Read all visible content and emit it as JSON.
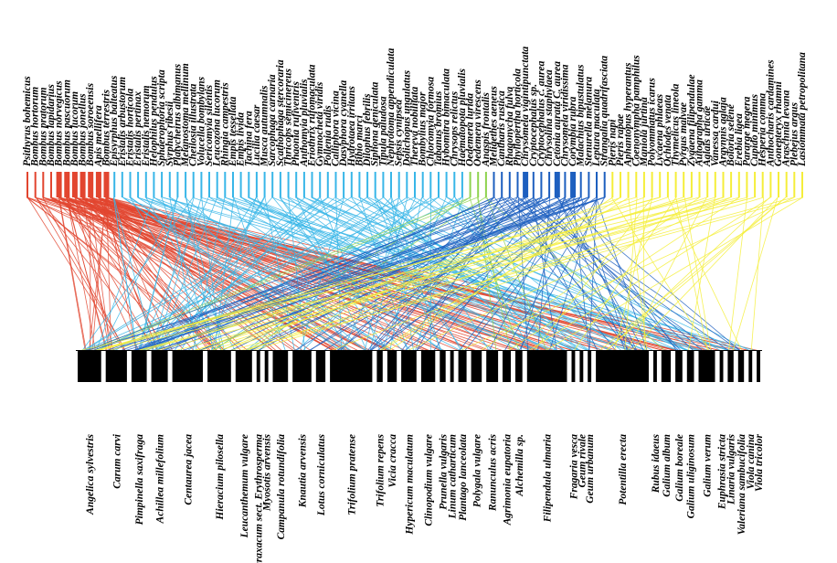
{
  "diagram": {
    "type": "bipartite pollination network",
    "pollinators": [
      {
        "label": "Psithyrus bohemicus",
        "group": "red"
      },
      {
        "label": "Bombus hortorum",
        "group": "red"
      },
      {
        "label": "Bombus pratorum",
        "group": "red"
      },
      {
        "label": "Bombus lapidarius",
        "group": "red"
      },
      {
        "label": "Bombus norvegicus",
        "group": "red"
      },
      {
        "label": "Bombus pascuorum",
        "group": "red"
      },
      {
        "label": "Bombus lucorum",
        "group": "red"
      },
      {
        "label": "Bombus jonellus",
        "group": "red"
      },
      {
        "label": "Bombus soroeensis",
        "group": "red"
      },
      {
        "label": "Apis mellifera",
        "group": "red"
      },
      {
        "label": "Bombus terrestris",
        "group": "red"
      },
      {
        "label": "Episyrphus balteatus",
        "group": "lightblue"
      },
      {
        "label": "Eristalis arbustorum",
        "group": "lightblue"
      },
      {
        "label": "Eristalis horticola",
        "group": "lightblue"
      },
      {
        "label": "Eristalis pertinax",
        "group": "lightblue"
      },
      {
        "label": "Eristalis nemorum",
        "group": "lightblue"
      },
      {
        "label": "Helophilus pendulus",
        "group": "lightblue"
      },
      {
        "label": "Sphaerophoria scripta",
        "group": "lightblue"
      },
      {
        "label": "Syrphus ribesii",
        "group": "lightblue"
      },
      {
        "label": "Platycheirus albimanus",
        "group": "lightblue"
      },
      {
        "label": "Melanostoma mellinum",
        "group": "lightblue"
      },
      {
        "label": "Cheilosia illustrata",
        "group": "lightblue"
      },
      {
        "label": "Volucella bombylans",
        "group": "lightblue"
      },
      {
        "label": "Sericomyia silentis",
        "group": "lightblue"
      },
      {
        "label": "Leucozona lucorum",
        "group": "lightblue"
      },
      {
        "label": "Rhingia campestris",
        "group": "lightblue"
      },
      {
        "label": "Empis tessellata",
        "group": "lightblue"
      },
      {
        "label": "Empis livida",
        "group": "lightblue"
      },
      {
        "label": "Tachina fera",
        "group": "lightblue"
      },
      {
        "label": "Lucilia caesar",
        "group": "lightblue"
      },
      {
        "label": "Musca autumnalis",
        "group": "lightblue"
      },
      {
        "label": "Sarcophaga carnaria",
        "group": "lightblue"
      },
      {
        "label": "Scathophaga stercoraria",
        "group": "lightblue"
      },
      {
        "label": "Thricops semicinereus",
        "group": "lightblue"
      },
      {
        "label": "Phaonia rufiventris",
        "group": "lightblue"
      },
      {
        "label": "Anthomyia pluvialis",
        "group": "lightblue"
      },
      {
        "label": "Eriothrix rufomaculata",
        "group": "lightblue"
      },
      {
        "label": "Gymnocheta viridis",
        "group": "lightblue"
      },
      {
        "label": "Pollenia rudis",
        "group": "lightblue"
      },
      {
        "label": "Calliphora vicina",
        "group": "lightblue"
      },
      {
        "label": "Dasyphora cyanella",
        "group": "lightblue"
      },
      {
        "label": "Hydrotaea irritans",
        "group": "lightblue"
      },
      {
        "label": "Bibio marci",
        "group": "lightblue"
      },
      {
        "label": "Dilophus febrilis",
        "group": "lightblue"
      },
      {
        "label": "Siphona geniculata",
        "group": "lightblue"
      },
      {
        "label": "Tipula paludosa",
        "group": "lightblue"
      },
      {
        "label": "Nephrotoma appendiculata",
        "group": "lightblue"
      },
      {
        "label": "Sepsis cynipsea",
        "group": "lightblue"
      },
      {
        "label": "Dolichopus ungulatus",
        "group": "lightblue"
      },
      {
        "label": "Thereva nobilitata",
        "group": "lightblue"
      },
      {
        "label": "Bombylius major",
        "group": "lightblue"
      },
      {
        "label": "Chloromyia formosa",
        "group": "lightblue"
      },
      {
        "label": "Tabanus bromius",
        "group": "lightblue"
      },
      {
        "label": "Hybomitra bimaculata",
        "group": "lightblue"
      },
      {
        "label": "Chrysops relictus",
        "group": "lightblue"
      },
      {
        "label": "Haematopota pluvialis",
        "group": "lightblue"
      },
      {
        "label": "Oedemera lurida",
        "group": "green"
      },
      {
        "label": "Oedemera virescens",
        "group": "green"
      },
      {
        "label": "Anaspis frontalis",
        "group": "green"
      },
      {
        "label": "Meligethes aeneus",
        "group": "darkblue"
      },
      {
        "label": "Cantharis rustica",
        "group": "darkblue"
      },
      {
        "label": "Rhagonycha fulva",
        "group": "darkblue"
      },
      {
        "label": "Phyllopertha horticola",
        "group": "darkblue"
      },
      {
        "label": "Chrysomela vigintipunctata",
        "group": "darkblue"
      },
      {
        "label": "Cryptocephalus sp.",
        "group": "darkblue"
      },
      {
        "label": "Cryptocephalus c. aurea",
        "group": "darkblue"
      },
      {
        "label": "Chrysolina staphylaea",
        "group": "darkblue"
      },
      {
        "label": "Cetonia aurata C. aurea",
        "group": "darkblue"
      },
      {
        "label": "Chrysomela viridissima",
        "group": "darkblue"
      },
      {
        "label": "Corymbia rubra",
        "group": "darkblue"
      },
      {
        "label": "Malachius bipustulatus",
        "group": "darkblue"
      },
      {
        "label": "Stenurella melanura",
        "group": "darkblue"
      },
      {
        "label": "Leptura maculata",
        "group": "darkblue"
      },
      {
        "label": "Strangalia quadrifasciata",
        "group": "darkblue"
      },
      {
        "label": "Pieris napi",
        "group": "yellow"
      },
      {
        "label": "Pieris rapae",
        "group": "yellow"
      },
      {
        "label": "Aphantopus hyperantus",
        "group": "yellow"
      },
      {
        "label": "Coenonympha pamphilus",
        "group": "yellow"
      },
      {
        "label": "Maniola jurtina",
        "group": "yellow"
      },
      {
        "label": "Polyommatus icarus",
        "group": "yellow"
      },
      {
        "label": "Lycaena phlaeas",
        "group": "yellow"
      },
      {
        "label": "Ochlodes venata",
        "group": "yellow"
      },
      {
        "label": "Thymelicus lineola",
        "group": "yellow"
      },
      {
        "label": "Pyrgus malvae",
        "group": "yellow"
      },
      {
        "label": "Zygaena filipendulae",
        "group": "yellow"
      },
      {
        "label": "Autographa gamma",
        "group": "yellow"
      },
      {
        "label": "Aglais urticae",
        "group": "yellow"
      },
      {
        "label": "Vanessa cardui",
        "group": "yellow"
      },
      {
        "label": "Argynnis aglaja",
        "group": "yellow"
      },
      {
        "label": "Boloria selene",
        "group": "yellow"
      },
      {
        "label": "Erebia ligea",
        "group": "yellow"
      },
      {
        "label": "Pararge megera",
        "group": "yellow"
      },
      {
        "label": "Cupido minimus",
        "group": "yellow"
      },
      {
        "label": "Hesperia comma",
        "group": "yellow"
      },
      {
        "label": "Anthocharis cardamines",
        "group": "yellow"
      },
      {
        "label": "Gonepteryx rhamni",
        "group": "yellow"
      },
      {
        "label": "Araschnia levana",
        "group": "yellow"
      },
      {
        "label": "Plebejus argus",
        "group": "yellow"
      },
      {
        "label": "Lasiommata petropolitana",
        "group": "yellow"
      }
    ],
    "plants": [
      {
        "label": "Angelica sylvestris",
        "bar": 20
      },
      {
        "label": "Carum carvi",
        "bar": 18
      },
      {
        "label": "Pimpinella saxifraga",
        "bar": 13
      },
      {
        "label": "Achillea millefolium",
        "bar": 14
      },
      {
        "label": "Centaurea jacea",
        "bar": 26
      },
      {
        "label": "Hieracium pilosella",
        "bar": 20
      },
      {
        "label": "Leucanthemum vulgare",
        "bar": 14
      },
      {
        "label": "Taraxacum sect. Erythrosperma",
        "bar": 3
      },
      {
        "label": "Myosotis arvensis",
        "bar": 3
      },
      {
        "label": "Campanula rotundifolia",
        "bar": 13
      },
      {
        "label": "Knautia arvensis",
        "bar": 16
      },
      {
        "label": "Lotus corniculatus",
        "bar": 8
      },
      {
        "label": "Trifolium pratense",
        "bar": 36
      },
      {
        "label": "Trifolium repens",
        "bar": 5
      },
      {
        "label": "Vicia cracca",
        "bar": 8
      },
      {
        "label": "Hypericum maculatum",
        "bar": 13
      },
      {
        "label": "Clinopodium vulgare",
        "bar": 12
      },
      {
        "label": "Prunella vulgaris",
        "bar": 5
      },
      {
        "label": "Linum catharticum",
        "bar": 3
      },
      {
        "label": "Plantago lanceolata",
        "bar": 7
      },
      {
        "label": "Polygala vulgare",
        "bar": 9
      },
      {
        "label": "Ranunculus acris",
        "bar": 10
      },
      {
        "label": "Agrimonia eupatoria",
        "bar": 7
      },
      {
        "label": "Alchemilla sp.",
        "bar": 6
      },
      {
        "label": "Filipendula ulmaria",
        "bar": 34
      },
      {
        "label": "Fragaria vesca",
        "bar": 3
      },
      {
        "label": "Geum rivale",
        "bar": 3
      },
      {
        "label": "Geum urbanum",
        "bar": 3
      },
      {
        "label": "Potentilla erecta",
        "bar": 45
      },
      {
        "label": "Rubus idaeus",
        "bar": 3
      },
      {
        "label": "Galium album",
        "bar": 8
      },
      {
        "label": "Galium boreale",
        "bar": 6
      },
      {
        "label": "Galium uliginosum",
        "bar": 6
      },
      {
        "label": "Galium verum",
        "bar": 14
      },
      {
        "label": "Euphrasia stricta",
        "bar": 3
      },
      {
        "label": "Linaria vulgaris",
        "bar": 5
      },
      {
        "label": "Valeriana sambucifolia",
        "bar": 5
      },
      {
        "label": "Viola canina",
        "bar": 3
      },
      {
        "label": "Viola tricolor",
        "bar": 3
      }
    ],
    "group_colors": {
      "red": "#e2452f",
      "lightblue": "#38b6e8",
      "green": "#8ed34f",
      "darkblue": "#1d5fbf",
      "yellow": "#f5ee3a"
    }
  }
}
